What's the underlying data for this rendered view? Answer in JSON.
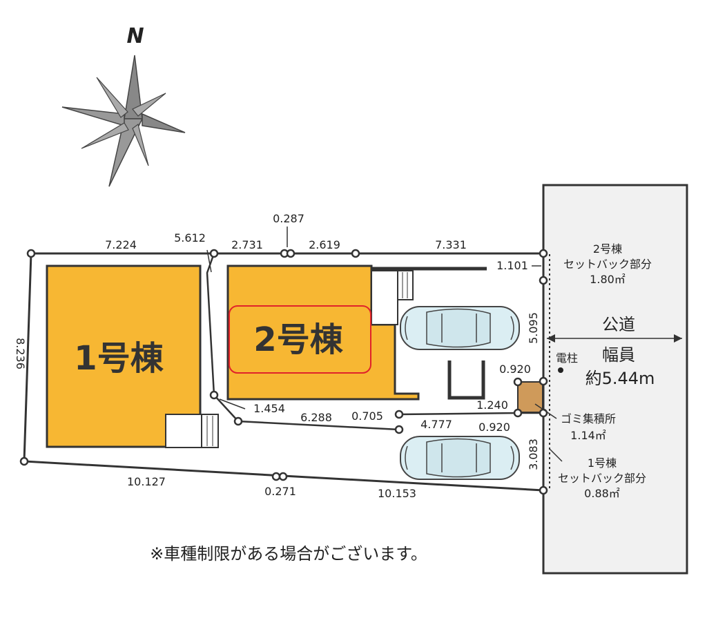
{
  "compass": {
    "label": "N",
    "icon": "compass-rose-icon"
  },
  "buildings": {
    "b1": "1号棟",
    "b2": "2号棟"
  },
  "dimensions": {
    "top_7224": "7.224",
    "top_5612": "5.612",
    "top_2731": "2.731",
    "top_0287": "0.287",
    "top_2619": "2.619",
    "top_7331": "7.331",
    "right_1101": "1.101",
    "right_5095": "5.095",
    "left_8236": "8.236",
    "mid_1454": "1.454",
    "mid_6288": "6.288",
    "mid_0705": "0.705",
    "mid_4777": "4.777",
    "g_0920a": "0.920",
    "g_1240": "1.240",
    "g_0920b": "0.920",
    "right_3083": "3.083",
    "bot_10127": "10.127",
    "bot_0271": "0.271",
    "bot_10153": "10.153"
  },
  "setback2": {
    "line1": "2号棟",
    "line2": "セットバック部分",
    "area": "1.80㎡"
  },
  "setback1": {
    "line1": "1号棟",
    "line2": "セットバック部分",
    "area": "0.88㎡"
  },
  "road": {
    "name": "公道",
    "width_label": "幅員",
    "width_value": "約5.44m"
  },
  "pole": {
    "label": "電柱"
  },
  "garbage": {
    "label": "ゴミ集積所",
    "area": "1.14㎡"
  },
  "footnote": "※車種制限がある場合がございます。",
  "colors": {
    "building": "#f7b733",
    "road": "#f1f1f1",
    "highlight": "#e0222a",
    "garbage": "#cf9a5a",
    "car": "#dbeef3"
  }
}
